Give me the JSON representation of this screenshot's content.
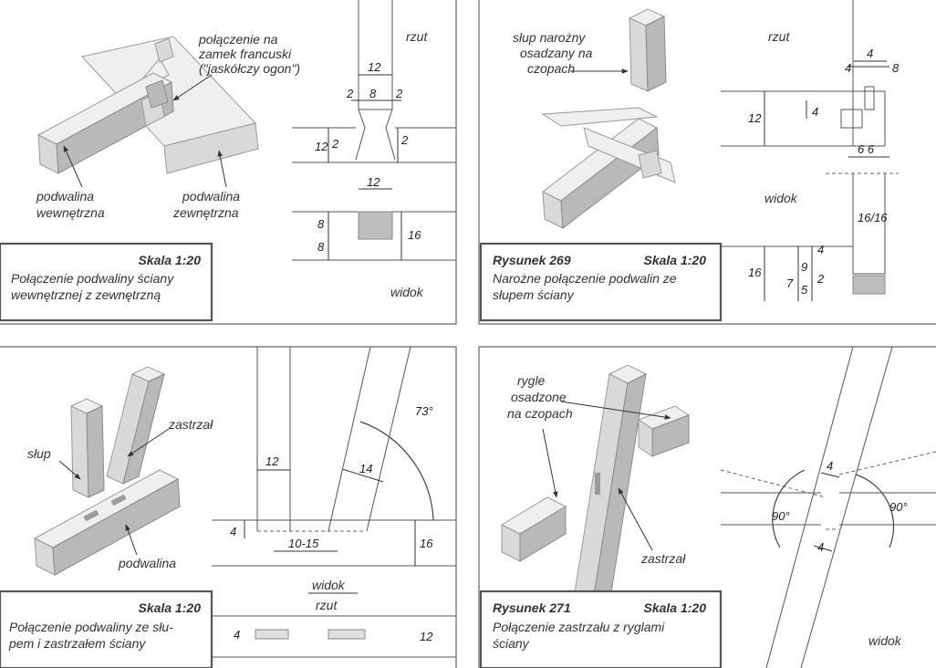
{
  "panel1": {
    "label_joint_line1": "połączenie na",
    "label_joint_line2": "zamek francuski",
    "label_joint_line3": "(\"jaskółczy ogon\")",
    "label_inner_line1": "podwalina",
    "label_inner_line2": "wewnętrzna",
    "label_outer_line1": "podwalina",
    "label_outer_line2": "zewnętrzna",
    "view_plan": "rzut",
    "view_side": "widok",
    "dims": {
      "d12a": "12",
      "d2a": "2",
      "d8a": "8",
      "d2b": "2",
      "d12b": "12",
      "d2c": "2",
      "d2d": "2",
      "d12c": "12",
      "d8b": "8",
      "d8c": "8",
      "d16": "16"
    },
    "caption_scale": "Skala 1:20",
    "caption_line1": "Połączenie podwaliny ściany",
    "caption_line2": "wewnętrznej z zewnętrzną"
  },
  "panel2": {
    "label_post_line1": "słup narożny",
    "label_post_line2": "osadzany na",
    "label_post_line3": "czopach",
    "view_plan": "rzut",
    "view_side": "widok",
    "dims": {
      "d4a": "4",
      "d4b": "4",
      "d8": "8",
      "d12": "12",
      "d4c": "4",
      "d66": "6 6",
      "d1616": "16/16",
      "d16": "16",
      "d7": "7",
      "d9": "9",
      "d5": "5",
      "d2": "2",
      "d4d": "4"
    },
    "caption_number": "Rysunek 269",
    "caption_scale": "Skala 1:20",
    "caption_line1": "Narożne połączenie podwalin ze",
    "caption_line2": "słupem ściany"
  },
  "panel3": {
    "label_post": "słup",
    "label_brace": "zastrzał",
    "label_sill": "podwalina",
    "view_side": "widok",
    "view_plan": "rzut",
    "dims": {
      "d12": "12",
      "d14": "14",
      "d73": "73°",
      "d4": "4",
      "d1015": "10-15",
      "d16": "16",
      "d4b": "4",
      "d12b": "12"
    },
    "caption_scale": "Skala 1:20",
    "caption_line1": "Połączenie podwaliny ze słu-",
    "caption_line2": "pem i zastrzałem ściany"
  },
  "panel4": {
    "label_rails_line1": "rygle",
    "label_rails_line2": "osadzone",
    "label_rails_line3": "na czopach",
    "label_brace": "zastrzał",
    "view_side": "widok",
    "dims": {
      "d4a": "4",
      "d4b": "4",
      "d90a": "90°",
      "d90b": "90°"
    },
    "caption_number": "Rysunek 271",
    "caption_scale": "Skala 1:20",
    "caption_line1": "Połączenie zastrzału z ryglami",
    "caption_line2": "ściany"
  }
}
